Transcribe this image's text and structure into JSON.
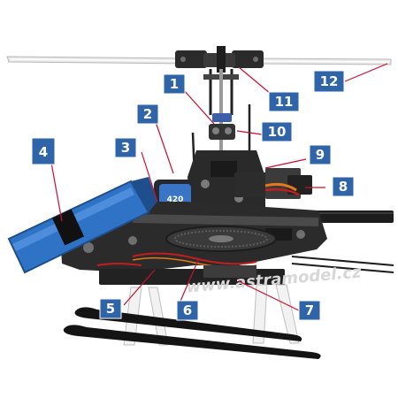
{
  "watermark": "www.astramodel.cz",
  "callouts": [
    {
      "id": "1",
      "label": "1"
    },
    {
      "id": "2",
      "label": "2"
    },
    {
      "id": "3",
      "label": "3"
    },
    {
      "id": "4",
      "label": "4"
    },
    {
      "id": "5",
      "label": "5"
    },
    {
      "id": "6",
      "label": "6"
    },
    {
      "id": "7",
      "label": "7"
    },
    {
      "id": "8",
      "label": "8"
    },
    {
      "id": "9",
      "label": "9"
    },
    {
      "id": "10",
      "label": "10"
    },
    {
      "id": "11",
      "label": "11"
    },
    {
      "id": "12",
      "label": "12"
    }
  ],
  "colors": {
    "callout_box": "#2f64a8",
    "leader_line": "#c8102e",
    "frame": "#2a2a2a",
    "battery": "#2f73c7",
    "gear": "#3a3a3a",
    "skid": "#1a1a1a",
    "strut": "#f2f2f2"
  },
  "icons": [
    "helicopter-illustration"
  ]
}
